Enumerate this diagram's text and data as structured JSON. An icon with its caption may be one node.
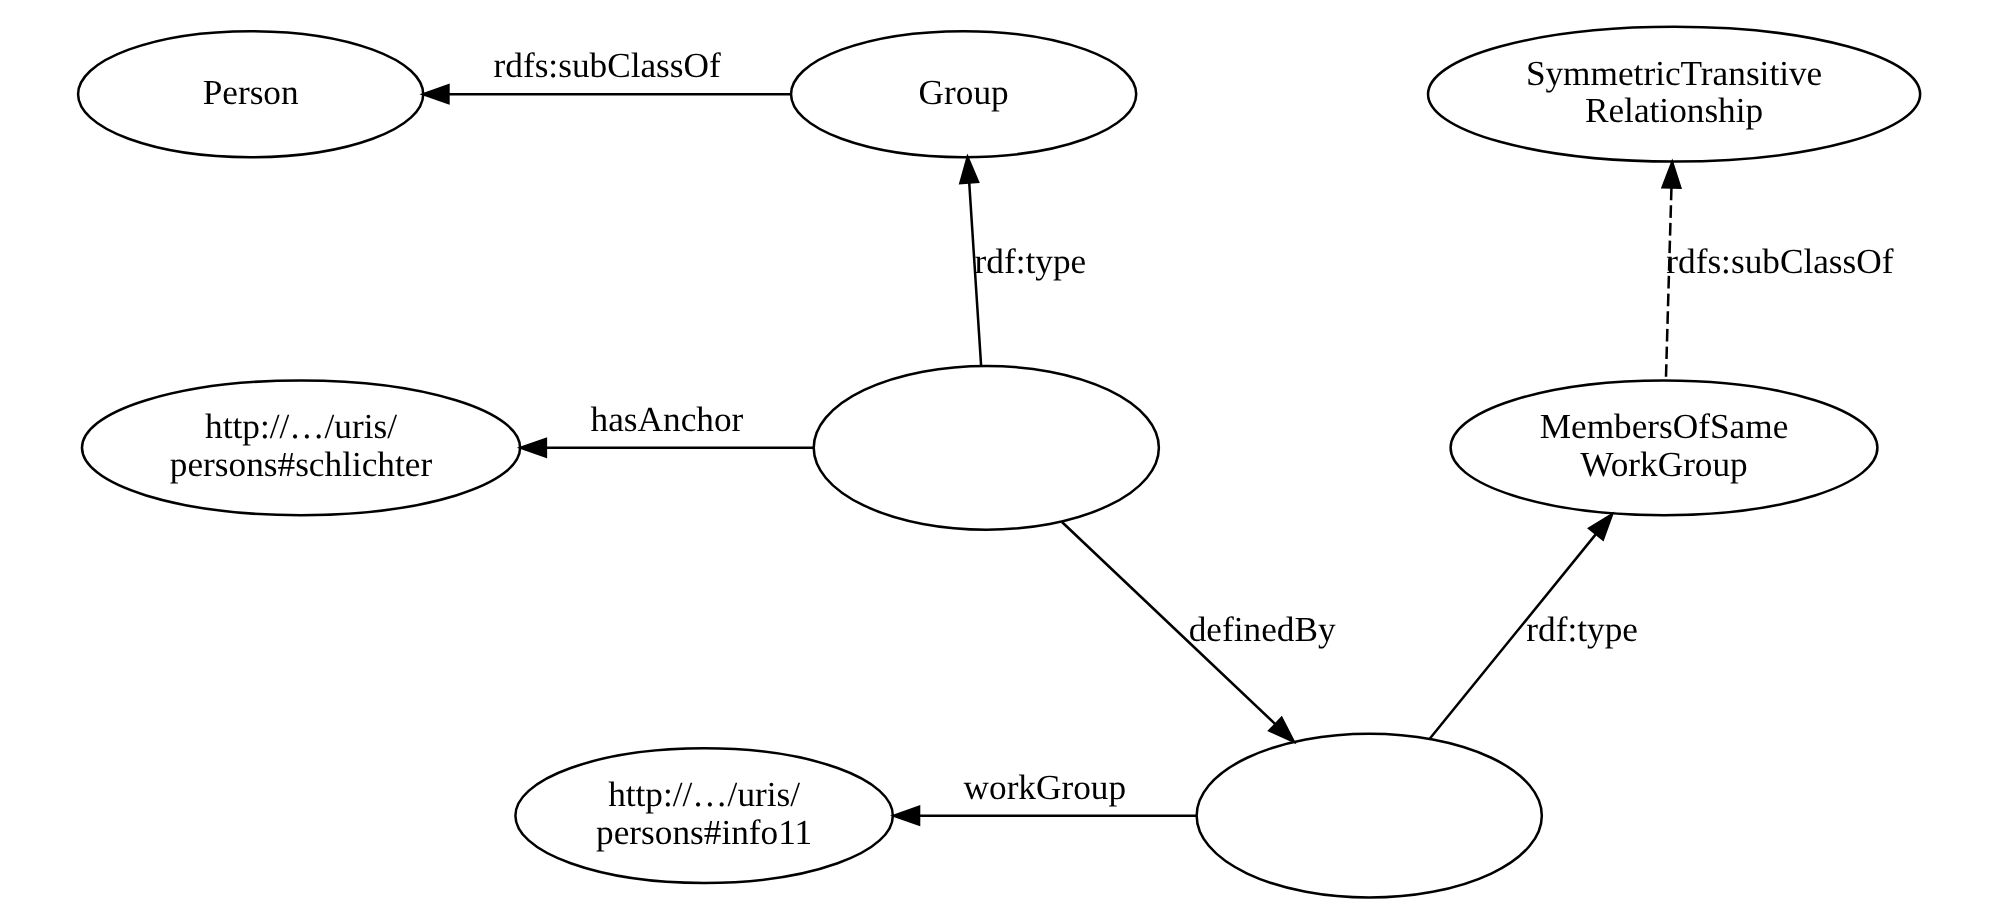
{
  "diagram": {
    "nodes": [
      {
        "text": [
          "Person"
        ]
      },
      {
        "text": [
          "Group"
        ]
      },
      {
        "text": [
          "SymmetricTransitive Relationship"
        ]
      },
      {
        "text": [
          "http://…/uris/ persons#schlichter"
        ]
      },
      {
        "text": [],
        "shape": "ellipse"
      },
      {
        "text": [
          "MembersOfSame WorkGroup"
        ]
      },
      {
        "text": [
          "http://…/uris/ persons#info11"
        ]
      },
      {
        "text": [],
        "shape": "ellipse"
      }
    ],
    "edges": [
      {
        "from": 1,
        "to": 0,
        "arrow": "to",
        "label": "rdfs:subClassOf"
      },
      {
        "from": 4,
        "to": 1,
        "arrow": "to",
        "label": "rdf:type"
      },
      {
        "from": 5,
        "to": 2,
        "arrow": "to",
        "label": "rdfs:subClassOf",
        "style": "dashed"
      },
      {
        "from": 4,
        "to": 3,
        "arrow": "to",
        "label": "hasAnchor"
      },
      {
        "from": 4,
        "to": 7,
        "arrow": "to",
        "label": "definedBy"
      },
      {
        "from": 7,
        "to": 5,
        "arrow": "to",
        "label": "rdf:type"
      },
      {
        "from": 7,
        "to": 6,
        "arrow": "to",
        "label": "workGroup"
      }
    ]
  }
}
